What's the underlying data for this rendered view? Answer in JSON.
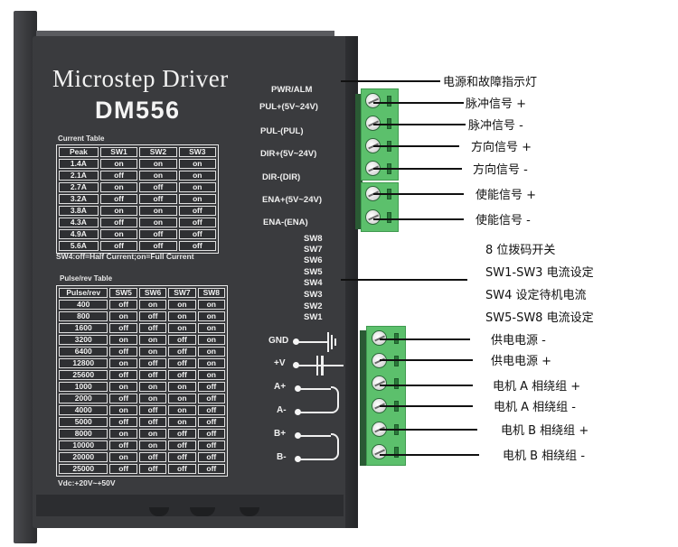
{
  "device": {
    "title": "Microstep Driver",
    "model": "DM556",
    "body_color": "#3a3b3e",
    "connector_color": "#5cc06c"
  },
  "current_table": {
    "caption": "Current Table",
    "headers": [
      "Peak",
      "SW1",
      "SW2",
      "SW3"
    ],
    "rows": [
      [
        "1.4A",
        "on",
        "on",
        "on"
      ],
      [
        "2.1A",
        "off",
        "on",
        "on"
      ],
      [
        "2.7A",
        "on",
        "off",
        "on"
      ],
      [
        "3.2A",
        "off",
        "off",
        "on"
      ],
      [
        "3.8A",
        "on",
        "on",
        "off"
      ],
      [
        "4.3A",
        "off",
        "on",
        "off"
      ],
      [
        "4.9A",
        "on",
        "off",
        "off"
      ],
      [
        "5.6A",
        "off",
        "off",
        "off"
      ]
    ],
    "note": "SW4:off=Half Current;on=Full Current"
  },
  "pulse_table": {
    "caption": "Pulse/rev Table",
    "headers": [
      "Pulse/rev",
      "SW5",
      "SW6",
      "SW7",
      "SW8"
    ],
    "rows": [
      [
        "400",
        "off",
        "on",
        "on",
        "on"
      ],
      [
        "800",
        "on",
        "off",
        "on",
        "on"
      ],
      [
        "1600",
        "off",
        "off",
        "on",
        "on"
      ],
      [
        "3200",
        "on",
        "on",
        "off",
        "on"
      ],
      [
        "6400",
        "off",
        "on",
        "off",
        "on"
      ],
      [
        "12800",
        "on",
        "off",
        "off",
        "on"
      ],
      [
        "25600",
        "off",
        "off",
        "off",
        "on"
      ],
      [
        "1000",
        "on",
        "on",
        "on",
        "off"
      ],
      [
        "2000",
        "off",
        "on",
        "on",
        "off"
      ],
      [
        "4000",
        "on",
        "off",
        "on",
        "off"
      ],
      [
        "5000",
        "off",
        "off",
        "on",
        "off"
      ],
      [
        "8000",
        "on",
        "on",
        "off",
        "off"
      ],
      [
        "10000",
        "off",
        "on",
        "off",
        "off"
      ],
      [
        "20000",
        "on",
        "off",
        "off",
        "off"
      ],
      [
        "25000",
        "off",
        "off",
        "off",
        "off"
      ]
    ]
  },
  "supply_note": "Vdc:+20V~+50V",
  "signal_labels": [
    "PWR/ALM",
    "PUL+(5V~24V)",
    "PUL-(PUL)",
    "DIR+(5V~24V)",
    "DIR-(DIR)",
    "ENA+(5V~24V)",
    "ENA-(ENA)"
  ],
  "switch_labels": [
    "SW8",
    "SW7",
    "SW6",
    "SW5",
    "SW4",
    "SW3",
    "SW2",
    "SW1"
  ],
  "power_labels": [
    "GND",
    "+V",
    "A+",
    "A-",
    "B+",
    "B-"
  ],
  "annotations": {
    "led": "电源和故障指示灯",
    "signals": [
      "脉冲信号 +",
      "脉冲信号 -",
      "方向信号 +",
      "方向信号 -",
      "使能信号 +",
      "使能信号 -"
    ],
    "switches": [
      "8 位拨码开关",
      "SW1-SW3 电流设定",
      "SW4 设定待机电流",
      "SW5-SW8 电流设定"
    ],
    "power": [
      "供电电源 -",
      "供电电源 +",
      "电机 A 相绕组 +",
      "电机 A 相绕组 -",
      "电机 B 相绕组 +",
      "电机 B 相绕组 -"
    ]
  }
}
